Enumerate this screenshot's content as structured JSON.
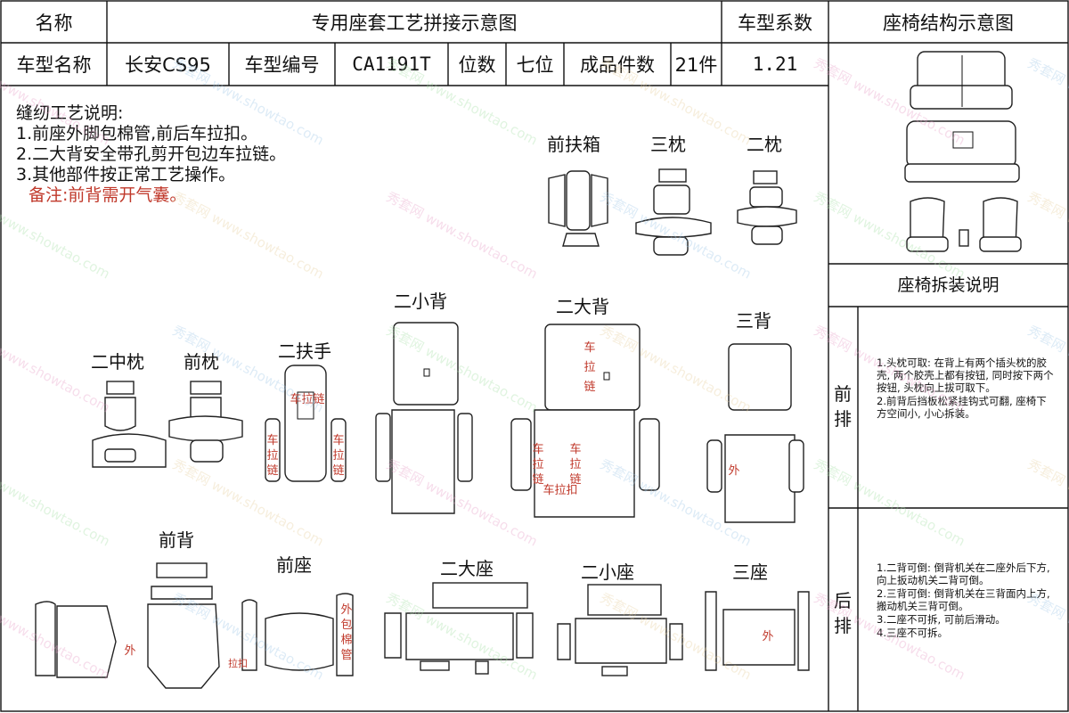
{
  "header": {
    "name_label": "名称",
    "main_title": "专用座套工艺拼接示意图",
    "coef_label": "车型系数",
    "side_title": "座椅结构示意图",
    "model_name_label": "车型名称",
    "model_name": "长安CS95",
    "model_code_label": "车型编号",
    "model_code": "CA1191T",
    "seats_label": "位数",
    "seats_value": "七位",
    "pieces_label": "成品件数",
    "pieces_value": "21件",
    "coef_value": "1.21"
  },
  "notes": {
    "title": "缝纫工艺说明:",
    "items": [
      "1.前座外脚包棉管,前后车拉扣。",
      "2.二大背安全带孔剪开包边车拉链。",
      "3.其他部件按正常工艺操作。"
    ],
    "remark": "备注:前背需开气囊。"
  },
  "parts": {
    "front_armbox": "前扶箱",
    "third_pillow": "三枕",
    "second_pillow": "二枕",
    "second_mid_pillow": "二中枕",
    "front_pillow": "前枕",
    "second_armrest": "二扶手",
    "second_small_back": "二小背",
    "second_big_back": "二大背",
    "third_back": "三背",
    "front_back": "前背",
    "front_seat": "前座",
    "second_big_seat": "二大座",
    "second_small_seat": "二小座",
    "third_seat": "三座"
  },
  "marks": {
    "zipper_top": "车拉链",
    "zipper_vertical": "车拉链",
    "zipper_vertical_right": "车拉链",
    "big_back_zipper": "车拉链",
    "big_back_left": "车拉链",
    "big_back_right": "车拉链",
    "buckle": "车拉扣",
    "outer_third_back": "外",
    "outer_front_back": "外",
    "pull_buckle": "拉扣",
    "outer_cotton_tube": "外包棉管",
    "outer_third_seat": "外"
  },
  "sidebar": {
    "disassembly_title": "座椅拆装说明",
    "front_row_label": "前排",
    "front_row_items": [
      "1.头枕可取: 在背上有两个插头枕的胶壳, 两个胶壳上都有按钮, 同时按下两个按钮, 头枕向上拔可取下。",
      "2.前背后挡板松紧挂钩式可翻, 座椅下方空间小, 小心拆装。"
    ],
    "rear_row_label": "后排",
    "rear_row_items": [
      "1.二背可倒: 倒背机关在二座外后下方, 向上扳动机关二背可倒。",
      "2.三背可倒: 倒背机关在三背面内上方, 搬动机关三背可倒。",
      "3.二座不可拆, 可前后滑动。",
      "4.三座不可拆。"
    ]
  },
  "watermark": "秀套网 www.showtao.com",
  "colors": {
    "accent_red": "#c0392b",
    "line": "#222222",
    "background": "#ffffff"
  }
}
